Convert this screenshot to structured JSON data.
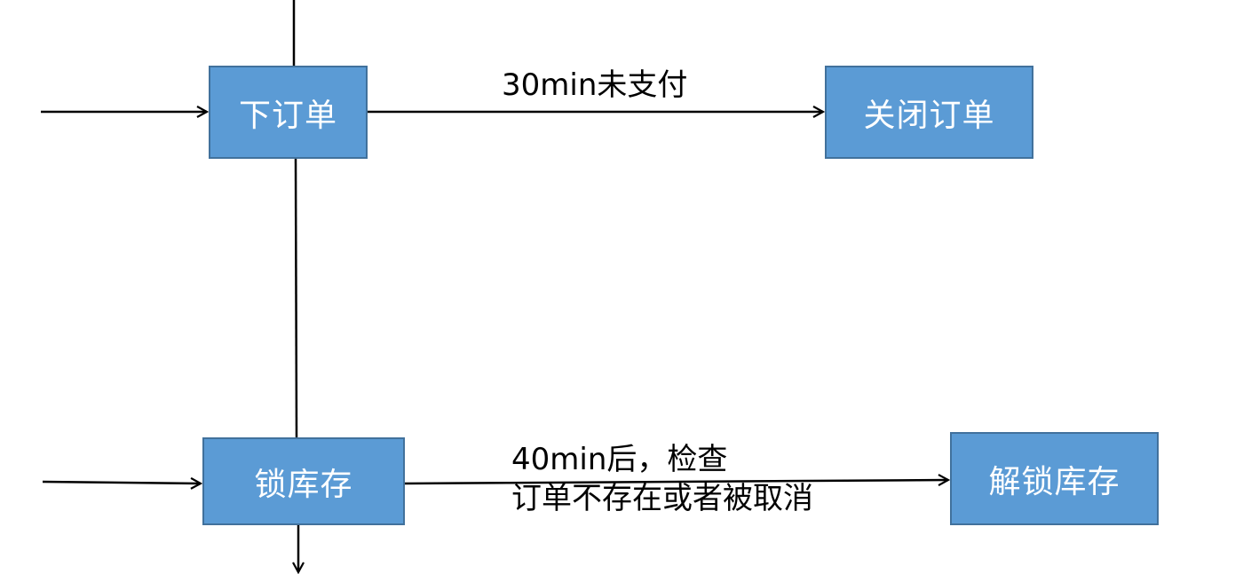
{
  "nodes": {
    "place_order": "下订单",
    "close_order": "关闭订单",
    "lock_stock": "锁库存",
    "unlock_stock": "解锁库存"
  },
  "edges": {
    "order_timeout_label": "30min未支付",
    "stock_check_label_line1": "40min后，检查",
    "stock_check_label_line2": "订单不存在或者被取消"
  },
  "colors": {
    "node_fill": "#5b9bd5",
    "node_border": "#41719c",
    "node_text": "#ffffff",
    "line": "#000000"
  }
}
